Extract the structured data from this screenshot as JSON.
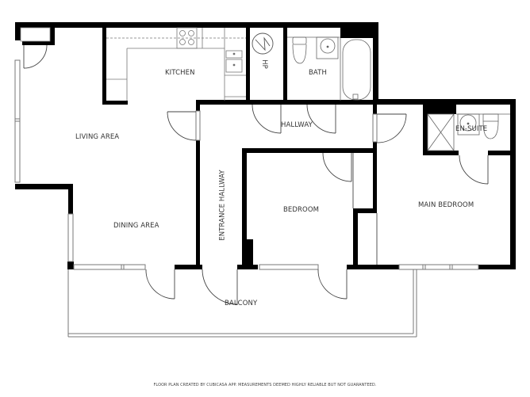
{
  "plan": {
    "type": "floor_plan",
    "rooms": [
      {
        "id": "living",
        "label": "LIVING AREA"
      },
      {
        "id": "kitchen",
        "label": "KITCHEN"
      },
      {
        "id": "hp",
        "label": "HP"
      },
      {
        "id": "bath",
        "label": "BATH"
      },
      {
        "id": "hallway",
        "label": "HALLWAY"
      },
      {
        "id": "ensuite",
        "label": "EN-SUITE"
      },
      {
        "id": "entrance",
        "label": "ENTRANCE HALLWAY"
      },
      {
        "id": "bedroom",
        "label": "BEDROOM"
      },
      {
        "id": "main_bedroom",
        "label": "MAIN BEDROOM"
      },
      {
        "id": "dining",
        "label": "DINING AREA"
      },
      {
        "id": "balcony",
        "label": "BALCONY"
      }
    ],
    "colors": {
      "wall": "#000000",
      "line": "#555555",
      "label": "#333333",
      "background": "#ffffff"
    }
  },
  "footer": {
    "disclaimer": "FLOOR PLAN CREATED BY CUBICASA APP. MEASUREMENTS DEEMED HIGHLY RELIABLE BUT NOT GUARANTEED."
  }
}
